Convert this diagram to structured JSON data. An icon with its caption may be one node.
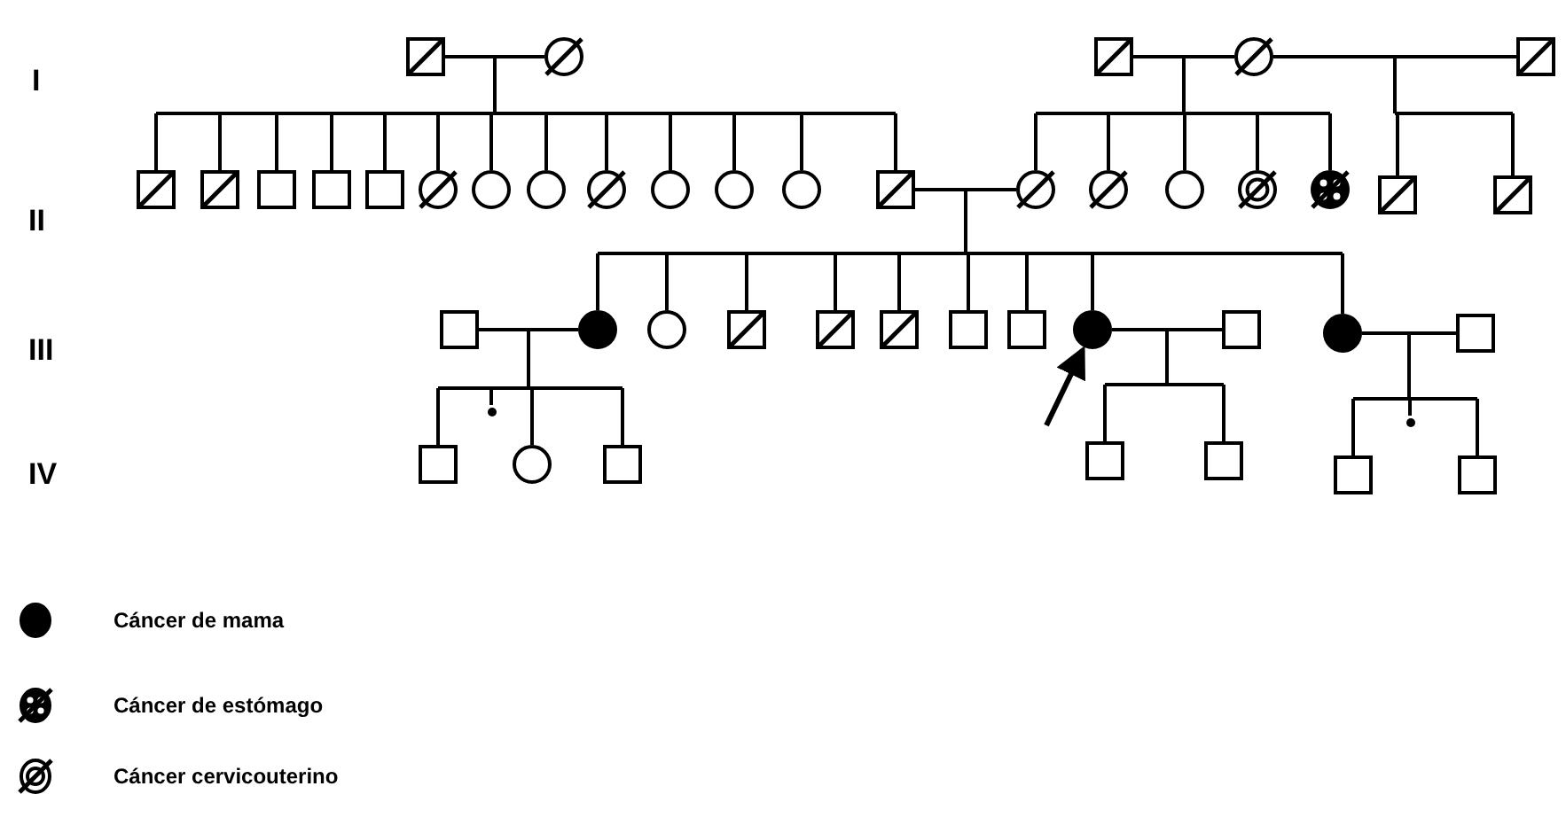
{
  "diagram": {
    "nodes": [
      {
        "text": [],
        "shape": "box"
      },
      {
        "text": [],
        "shape": "circle"
      },
      {
        "text": [],
        "shape": "box"
      },
      {
        "text": [],
        "shape": "circle"
      },
      {
        "text": [],
        "shape": "box"
      },
      {
        "text": [],
        "shape": "box"
      },
      {
        "text": [],
        "shape": "box"
      },
      {
        "text": [],
        "shape": "box"
      },
      {
        "text": [],
        "shape": "box"
      },
      {
        "text": [],
        "shape": "box"
      },
      {
        "text": [],
        "shape": "circle"
      },
      {
        "text": [],
        "shape": "circle"
      },
      {
        "text": [],
        "shape": "circle"
      },
      {
        "text": [],
        "shape": "circle"
      },
      {
        "text": [],
        "shape": "circle"
      },
      {
        "text": [],
        "shape": "circle"
      },
      {
        "text": [],
        "shape": "circle"
      },
      {
        "text": [],
        "shape": "box"
      },
      {
        "text": [],
        "shape": "circle"
      },
      {
        "text": [],
        "shape": "circle"
      },
      {
        "text": [],
        "shape": "circle"
      },
      {
        "text": [],
        "shape": "circle"
      },
      {
        "text": [],
        "shape": "circle"
      },
      {
        "text": [],
        "shape": "box"
      },
      {
        "text": [],
        "shape": "box"
      },
      {
        "text": [],
        "shape": "box"
      },
      {
        "text": [],
        "shape": "circle"
      },
      {
        "text": [],
        "shape": "circle"
      },
      {
        "text": [],
        "shape": "box"
      },
      {
        "text": [],
        "shape": "box"
      },
      {
        "text": [],
        "shape": "box"
      },
      {
        "text": [],
        "shape": "box"
      },
      {
        "text": [],
        "shape": "box"
      },
      {
        "text": [],
        "shape": "circle"
      },
      {
        "text": [],
        "shape": "box"
      },
      {
        "text": [],
        "shape": "circle"
      },
      {
        "text": [],
        "shape": "box"
      },
      {
        "text": [],
        "shape": "box"
      },
      {
        "text": [],
        "shape": "circle"
      },
      {
        "text": [],
        "shape": "circle"
      },
      {
        "text": [],
        "shape": "box"
      },
      {
        "text": [],
        "shape": "box"
      },
      {
        "text": [],
        "shape": "box"
      },
      {
        "text": [],
        "shape": "box"
      },
      {
        "text": [],
        "shape": "circle"
      },
      {
        "text": [],
        "shape": "box"
      }
    ],
    "edges": [
      {
        "from": 0,
        "to": 1,
        "arrow": "none"
      },
      {
        "from": 2,
        "to": 3,
        "arrow": "none"
      },
      {
        "from": 3,
        "to": 4,
        "arrow": "none"
      },
      {
        "from": 0,
        "to": 5,
        "arrow": "none"
      },
      {
        "from": 1,
        "to": 5,
        "arrow": "none"
      },
      {
        "from": 0,
        "to": 6,
        "arrow": "none"
      },
      {
        "from": 1,
        "to": 6,
        "arrow": "none"
      },
      {
        "from": 0,
        "to": 7,
        "arrow": "none"
      },
      {
        "from": 1,
        "to": 7,
        "arrow": "none"
      },
      {
        "from": 0,
        "to": 8,
        "arrow": "none"
      },
      {
        "from": 1,
        "to": 8,
        "arrow": "none"
      },
      {
        "from": 0,
        "to": 9,
        "arrow": "none"
      },
      {
        "from": 1,
        "to": 9,
        "arrow": "none"
      },
      {
        "from": 0,
        "to": 10,
        "arrow": "none"
      },
      {
        "from": 1,
        "to": 10,
        "arrow": "none"
      },
      {
        "from": 0,
        "to": 11,
        "arrow": "none"
      },
      {
        "from": 1,
        "to": 11,
        "arrow": "none"
      },
      {
        "from": 0,
        "to": 12,
        "arrow": "none"
      },
      {
        "from": 1,
        "to": 12,
        "arrow": "none"
      },
      {
        "from": 0,
        "to": 13,
        "arrow": "none"
      },
      {
        "from": 1,
        "to": 13,
        "arrow": "none"
      },
      {
        "from": 0,
        "to": 14,
        "arrow": "none"
      },
      {
        "from": 1,
        "to": 14,
        "arrow": "none"
      },
      {
        "from": 0,
        "to": 15,
        "arrow": "none"
      },
      {
        "from": 1,
        "to": 15,
        "arrow": "none"
      },
      {
        "from": 0,
        "to": 16,
        "arrow": "none"
      },
      {
        "from": 1,
        "to": 16,
        "arrow": "none"
      },
      {
        "from": 0,
        "to": 17,
        "arrow": "none"
      },
      {
        "from": 1,
        "to": 17,
        "arrow": "none"
      },
      {
        "from": 2,
        "to": 18,
        "arrow": "none"
      },
      {
        "from": 3,
        "to": 18,
        "arrow": "none"
      },
      {
        "from": 2,
        "to": 19,
        "arrow": "none"
      },
      {
        "from": 3,
        "to": 19,
        "arrow": "none"
      },
      {
        "from": 2,
        "to": 20,
        "arrow": "none"
      },
      {
        "from": 3,
        "to": 20,
        "arrow": "none"
      },
      {
        "from": 2,
        "to": 21,
        "arrow": "none"
      },
      {
        "from": 3,
        "to": 21,
        "arrow": "none"
      },
      {
        "from": 2,
        "to": 22,
        "arrow": "none"
      },
      {
        "from": 3,
        "to": 22,
        "arrow": "none"
      },
      {
        "from": 3,
        "to": 23,
        "arrow": "none"
      },
      {
        "from": 4,
        "to": 23,
        "arrow": "none"
      },
      {
        "from": 3,
        "to": 24,
        "arrow": "none"
      },
      {
        "from": 4,
        "to": 24,
        "arrow": "none"
      },
      {
        "from": 17,
        "to": 18,
        "arrow": "none"
      },
      {
        "from": 17,
        "to": 26,
        "arrow": "none"
      },
      {
        "from": 18,
        "to": 26,
        "arrow": "none"
      },
      {
        "from": 17,
        "to": 27,
        "arrow": "none"
      },
      {
        "from": 18,
        "to": 27,
        "arrow": "none"
      },
      {
        "from": 17,
        "to": 28,
        "arrow": "none"
      },
      {
        "from": 18,
        "to": 28,
        "arrow": "none"
      },
      {
        "from": 17,
        "to": 29,
        "arrow": "none"
      },
      {
        "from": 18,
        "to": 29,
        "arrow": "none"
      },
      {
        "from": 17,
        "to": 30,
        "arrow": "none"
      },
      {
        "from": 18,
        "to": 30,
        "arrow": "none"
      },
      {
        "from": 17,
        "to": 31,
        "arrow": "none"
      },
      {
        "from": 18,
        "to": 31,
        "arrow": "none"
      },
      {
        "from": 17,
        "to": 32,
        "arrow": "none"
      },
      {
        "from": 18,
        "to": 32,
        "arrow": "none"
      },
      {
        "from": 17,
        "to": 33,
        "arrow": "none"
      },
      {
        "from": 18,
        "to": 33,
        "arrow": "none"
      },
      {
        "from": 17,
        "to": 35,
        "arrow": "none"
      },
      {
        "from": 18,
        "to": 35,
        "arrow": "none"
      },
      {
        "from": 25,
        "to": 26,
        "arrow": "none"
      },
      {
        "from": 33,
        "to": 34,
        "arrow": "none"
      },
      {
        "from": 35,
        "to": 36,
        "arrow": "none"
      },
      {
        "from": 25,
        "to": 37,
        "arrow": "none"
      },
      {
        "from": 26,
        "to": 37,
        "arrow": "none"
      },
      {
        "from": 25,
        "to": 38,
        "arrow": "none"
      },
      {
        "from": 26,
        "to": 38,
        "arrow": "none"
      },
      {
        "from": 25,
        "to": 39,
        "arrow": "none"
      },
      {
        "from": 26,
        "to": 39,
        "arrow": "none"
      },
      {
        "from": 25,
        "to": 40,
        "arrow": "none"
      },
      {
        "from": 26,
        "to": 40,
        "arrow": "none"
      },
      {
        "from": 33,
        "to": 41,
        "arrow": "none"
      },
      {
        "from": 34,
        "to": 41,
        "arrow": "none"
      },
      {
        "from": 33,
        "to": 42,
        "arrow": "none"
      },
      {
        "from": 34,
        "to": 42,
        "arrow": "none"
      },
      {
        "from": 35,
        "to": 43,
        "arrow": "none"
      },
      {
        "from": 36,
        "to": 43,
        "arrow": "none"
      },
      {
        "from": 35,
        "to": 44,
        "arrow": "none"
      },
      {
        "from": 36,
        "to": 44,
        "arrow": "none"
      },
      {
        "from": 35,
        "to": 45,
        "arrow": "none"
      },
      {
        "from": 36,
        "to": 45,
        "arrow": "none"
      },
      {
        "from": null,
        "to": 33,
        "arrow": "to"
      }
    ],
    "labels": [
      "I",
      "II",
      "III",
      "IV"
    ],
    "legend": [
      {
        "text": "Cáncer de mama"
      },
      {
        "text": "Cáncer de estómago"
      },
      {
        "text": "Cáncer cervicouterino"
      }
    ]
  }
}
